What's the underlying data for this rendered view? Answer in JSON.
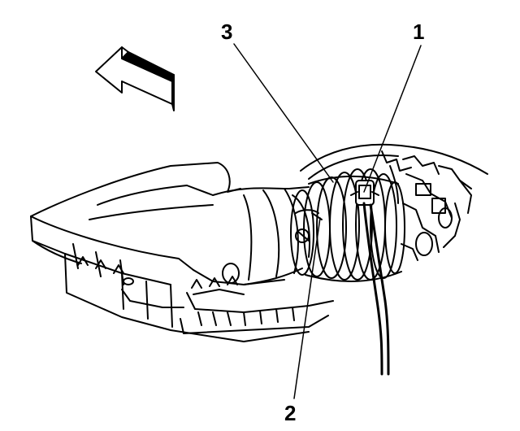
{
  "callouts": [
    {
      "id": "1",
      "label": "1"
    },
    {
      "id": "2",
      "label": "2"
    },
    {
      "id": "3",
      "label": "3"
    }
  ],
  "colors": {
    "line": "#000000",
    "background": "#ffffff"
  },
  "icons": {
    "direction": "front-direction-arrow-icon"
  }
}
